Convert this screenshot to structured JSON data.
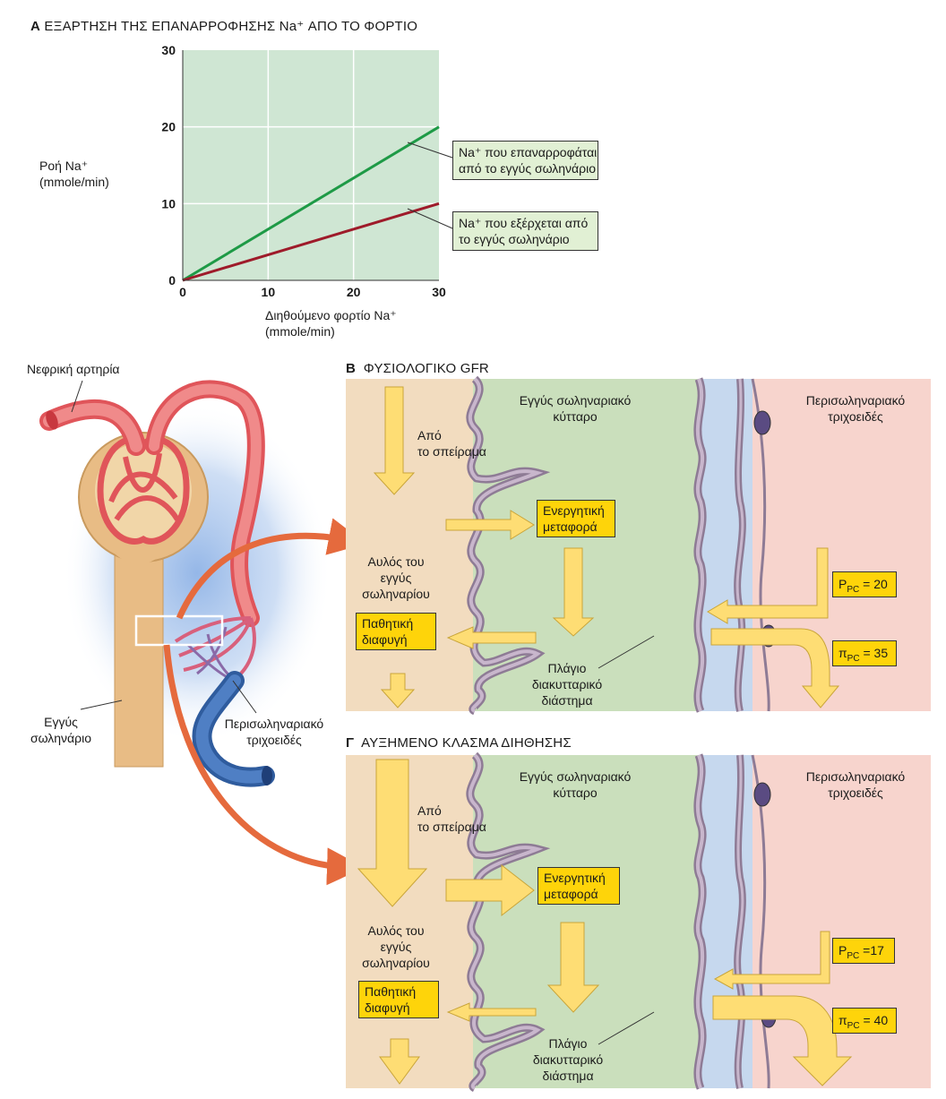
{
  "panelA": {
    "letter": "A",
    "title": "ΕΞΑΡΤΗΣΗ ΤΗΣ ΕΠΑΝΑΡΡΟΦΗΣΗΣ Na⁺ ΑΠΟ ΤΟ ΦΟΡΤΙΟ",
    "ylabel_line1": "Ροή Na⁺",
    "ylabel_line2": "(mmole/min)",
    "xlabel_line1": "Διηθούμενο φορτίο Na⁺",
    "xlabel_line2": "(mmole/min)",
    "legend_reabsorbed": [
      "Na⁺ που επαναρροφάται",
      "από το εγγύς σωληνάριο"
    ],
    "legend_excreted": [
      "Na⁺ που εξέρχεται από",
      "το εγγύς σωληνάριο"
    ]
  },
  "chart_data": {
    "type": "line",
    "xlim": [
      0,
      30
    ],
    "ylim": [
      0,
      30
    ],
    "xticks": [
      "0",
      "10",
      "20",
      "30"
    ],
    "yticks": [
      "0",
      "10",
      "20",
      "30"
    ],
    "grid": true,
    "series": [
      {
        "name": "Na⁺ που επαναρροφάται από το εγγύς σωληνάριο",
        "color": "#1e9a46",
        "x": [
          0,
          30
        ],
        "y": [
          0,
          20
        ]
      },
      {
        "name": "Na⁺ που εξέρχεται από το εγγύς σωληνάριο",
        "color": "#9e1b2a",
        "x": [
          0,
          30
        ],
        "y": [
          0,
          10
        ]
      }
    ]
  },
  "nephron": {
    "renal_artery": "Νεφρική αρτηρία",
    "proximal_tubule": [
      "Εγγύς",
      "σωληνάριο"
    ],
    "peritubular": [
      "Περισωληναριακό",
      "τριχοειδές"
    ]
  },
  "panelB": {
    "letter": "Β",
    "title": "ΦΥΣΙΟΛΟΓΙΚΟ GFR",
    "cell": [
      "Εγγύς σωληναριακό",
      "κύτταρο"
    ],
    "capillary": [
      "Περισωληναριακό",
      "τριχοειδές"
    ],
    "from_glom": [
      "Από",
      "το σπείραμα"
    ],
    "lumen": [
      "Αυλός του",
      "εγγύς",
      "σωληναρίου"
    ],
    "active": [
      "Ενεργητική",
      "μεταφορά"
    ],
    "passive": [
      "Παθητική",
      "διαφυγή"
    ],
    "lateral": [
      "Πλάγιο",
      "διακυτταρικό",
      "διάστημα"
    ],
    "p_pc": "P",
    "p_pc_sub": "PC",
    "p_pc_val": " = 20",
    "pi_pc": "π",
    "pi_pc_sub": "PC",
    "pi_pc_val": " = 35"
  },
  "panelC": {
    "letter": "Γ",
    "title": "ΑΥΞΗΜΕΝΟ ΚΛΑΣΜΑ ΔΙΗΘΗΣΗΣ",
    "cell": [
      "Εγγύς σωληναριακό",
      "κύτταρο"
    ],
    "capillary": [
      "Περισωληναριακό",
      "τριχοειδές"
    ],
    "from_glom": [
      "Από",
      "το σπείραμα"
    ],
    "lumen": [
      "Αυλός του",
      "εγγύς",
      "σωληναρίου"
    ],
    "active": [
      "Ενεργητική",
      "μεταφορά"
    ],
    "passive": [
      "Παθητική",
      "διαφυγή"
    ],
    "lateral": [
      "Πλάγιο",
      "διακυτταρικό",
      "διάστημα"
    ],
    "p_pc": "P",
    "p_pc_sub": "PC",
    "p_pc_val": " =17",
    "pi_pc": "π",
    "pi_pc_sub": "PC",
    "pi_pc_val": " = 40"
  }
}
